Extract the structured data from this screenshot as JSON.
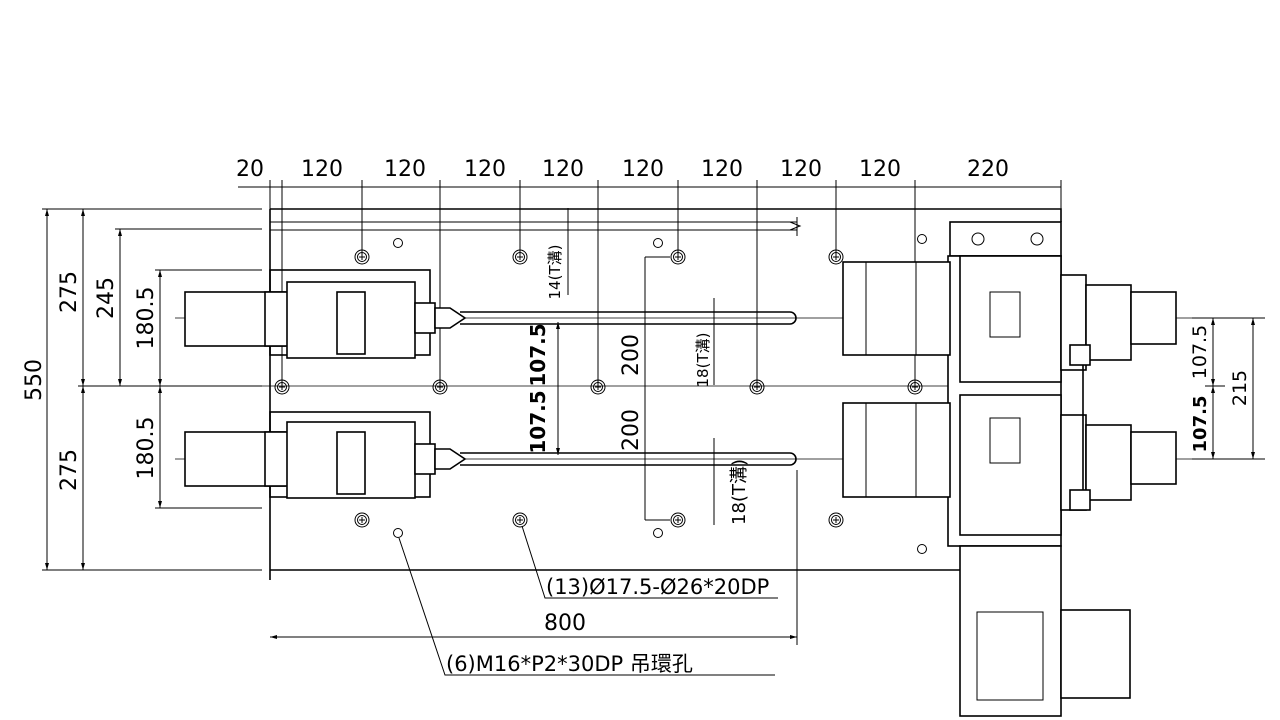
{
  "top_dimensions": [
    "20",
    "120",
    "120",
    "120",
    "120",
    "120",
    "120",
    "120",
    "120",
    "220"
  ],
  "left_dimensions": {
    "total": "550",
    "upper_half": "275",
    "lower_half": "275",
    "slot_offset": "245",
    "upper_cylinder": "180.5",
    "lower_cylinder": "180.5"
  },
  "center_dimensions": {
    "upper_107": "107.5",
    "lower_107": "107.5",
    "upper_200": "200",
    "lower_200": "200"
  },
  "slot_labels": {
    "top_slot": "14(T溝)",
    "upper_slot": "18(T溝)",
    "lower_slot": "18(T溝)"
  },
  "right_dimensions": {
    "upper_107": "107.5",
    "lower_107": "107.5",
    "total": "215"
  },
  "bottom_dimension": "800",
  "annotations": {
    "counterbore_holes": "(13)Ø17.5-Ø26*20DP",
    "lifting_holes": "(6)M16*P2*30DP 吊環孔"
  }
}
